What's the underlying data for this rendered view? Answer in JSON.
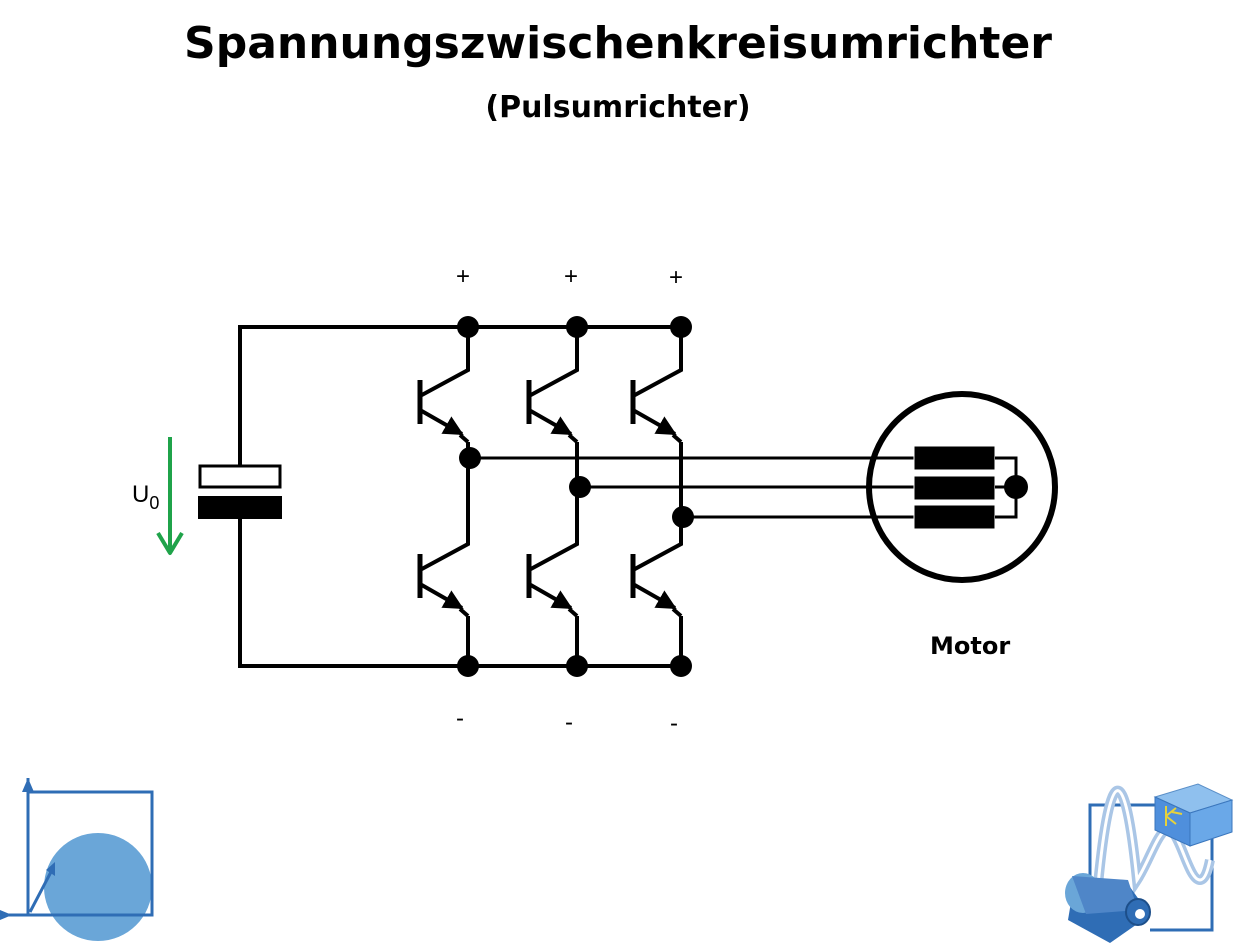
{
  "header": {
    "title": "Spannungszwischenkreisumrichter",
    "subtitle": "(Pulsumrichter)"
  },
  "diagram": {
    "plus_labels": [
      "+",
      "+",
      "+"
    ],
    "minus_labels": [
      "-",
      "-",
      "-"
    ],
    "voltage_label": "U",
    "voltage_subscript": "0",
    "motor_label": "Motor",
    "colors": {
      "wire": "#000000",
      "voltage_arrow": "#1fa34a",
      "logo_blue": "#2f6db5",
      "logo_light_blue": "#6aa6d8"
    }
  }
}
